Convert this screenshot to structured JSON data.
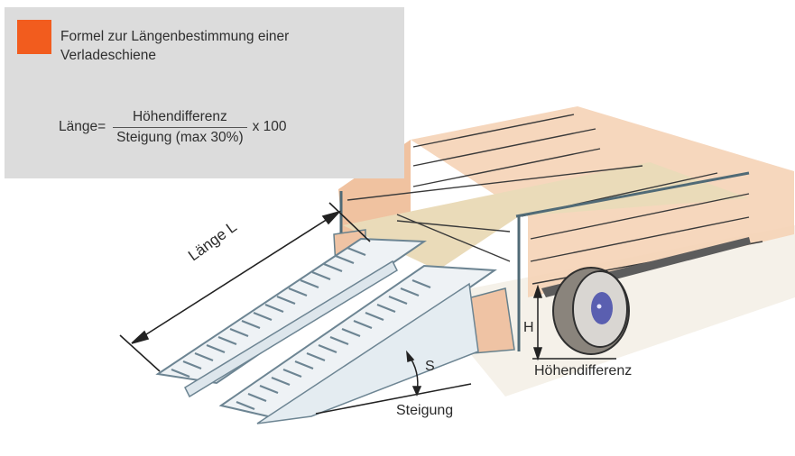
{
  "info_panel": {
    "marker_color": "#f25c1e",
    "panel_color": "#dcdcdc",
    "title": "Formel zur Längenbestimmung einer Verladeschiene",
    "formula": {
      "lhs": "Länge",
      "equals": "=",
      "numerator": "Höhendifferenz",
      "denominator": "Steigung (max 30%)",
      "multiplier": "x 100"
    }
  },
  "illustration": {
    "subject": "Verladeschienen an Anhänger",
    "labels": {
      "length": "Länge L",
      "slope_symbol": "S",
      "slope": "Steigung",
      "height_symbol": "H",
      "height": "Höhendifferenz"
    },
    "colors": {
      "wood": "#f3c9a6",
      "floor": "#e9d9b8",
      "ramp": "#e6edf2",
      "ramp_edge": "#7e96a3",
      "tyre": "#6b6560",
      "hub": "#5a5fb0",
      "line": "#2d2d2d"
    }
  }
}
